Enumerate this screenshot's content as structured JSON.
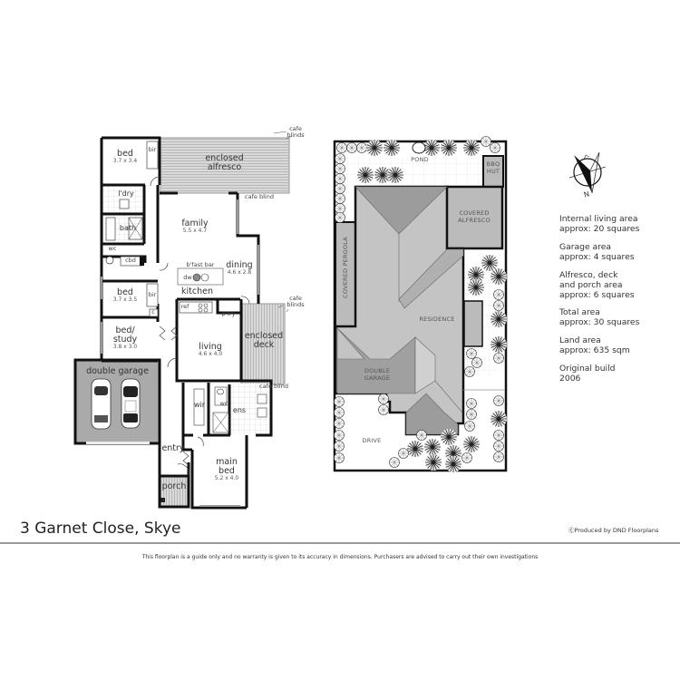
{
  "property": {
    "address": "3 Garnet Close, Skye"
  },
  "floorplan": {
    "rooms": [
      {
        "name": "bed",
        "dims": "3.7 x 3.4"
      },
      {
        "name": "enclosed alfresco"
      },
      {
        "name": "bir"
      },
      {
        "name": "l'dry"
      },
      {
        "name": "bath"
      },
      {
        "name": "wc"
      },
      {
        "name": "cbd"
      },
      {
        "name": "family",
        "dims": "5.5 x 4.7"
      },
      {
        "name": "dining",
        "dims": "4.6 x 2.8"
      },
      {
        "name": "b'fast bar"
      },
      {
        "name": "dw"
      },
      {
        "name": "kitchen"
      },
      {
        "name": "bed",
        "dims": "3.7 x 3.5"
      },
      {
        "name": "bir"
      },
      {
        "name": "c"
      },
      {
        "name": "ref"
      },
      {
        "name": "p'try"
      },
      {
        "name": "bed/ study",
        "dims": "3.8 x 3.0"
      },
      {
        "name": "living",
        "dims": "4.6 x 4.0"
      },
      {
        "name": "enclosed deck"
      },
      {
        "name": "double garage"
      },
      {
        "name": "wir"
      },
      {
        "name": "wc"
      },
      {
        "name": "ens"
      },
      {
        "name": "entry"
      },
      {
        "name": "main bed",
        "dims": "5.2 x 4.0"
      },
      {
        "name": "porch"
      }
    ],
    "annotations": {
      "cafe_blinds_top": "cafe blinds",
      "cafe_blind_top": "cafe blind",
      "cafe_blinds_deck": "cafe blinds",
      "cafe_blind_deck": "cafe blind"
    }
  },
  "site_plan": {
    "labels": {
      "pond": "POND",
      "bbq_hut": "BBQ HUT",
      "covered_alfresco": "COVERED ALFRESCO",
      "covered_pergola": "COVERED PERGOLA",
      "residence": "RESIDENCE",
      "double_garage": "DOUBLE GARAGE",
      "drive": "DRIVE"
    }
  },
  "compass": {
    "label": "N"
  },
  "info": [
    {
      "line1": "Internal living area",
      "line2": "approx: 20 squares"
    },
    {
      "line1": "Garage area",
      "line2": "approx: 4 squares"
    },
    {
      "line1": "Alfresco, deck",
      "line2": "and porch area",
      "line3": "approx: 6 squares"
    },
    {
      "line1": "Total area",
      "line2": "approx: 30 squares"
    },
    {
      "line1": "Land area",
      "line2": "approx: 635 sqm"
    },
    {
      "line1": "Original build",
      "line2": "2006"
    }
  ],
  "footer": {
    "credit": "ⒸProduced by DND Floorplans",
    "disclaimer": "This floorplan is a guide only and no warranty is given to  its accuracy in dimensions.  Purchasers are advised to carry out their own investigations"
  }
}
